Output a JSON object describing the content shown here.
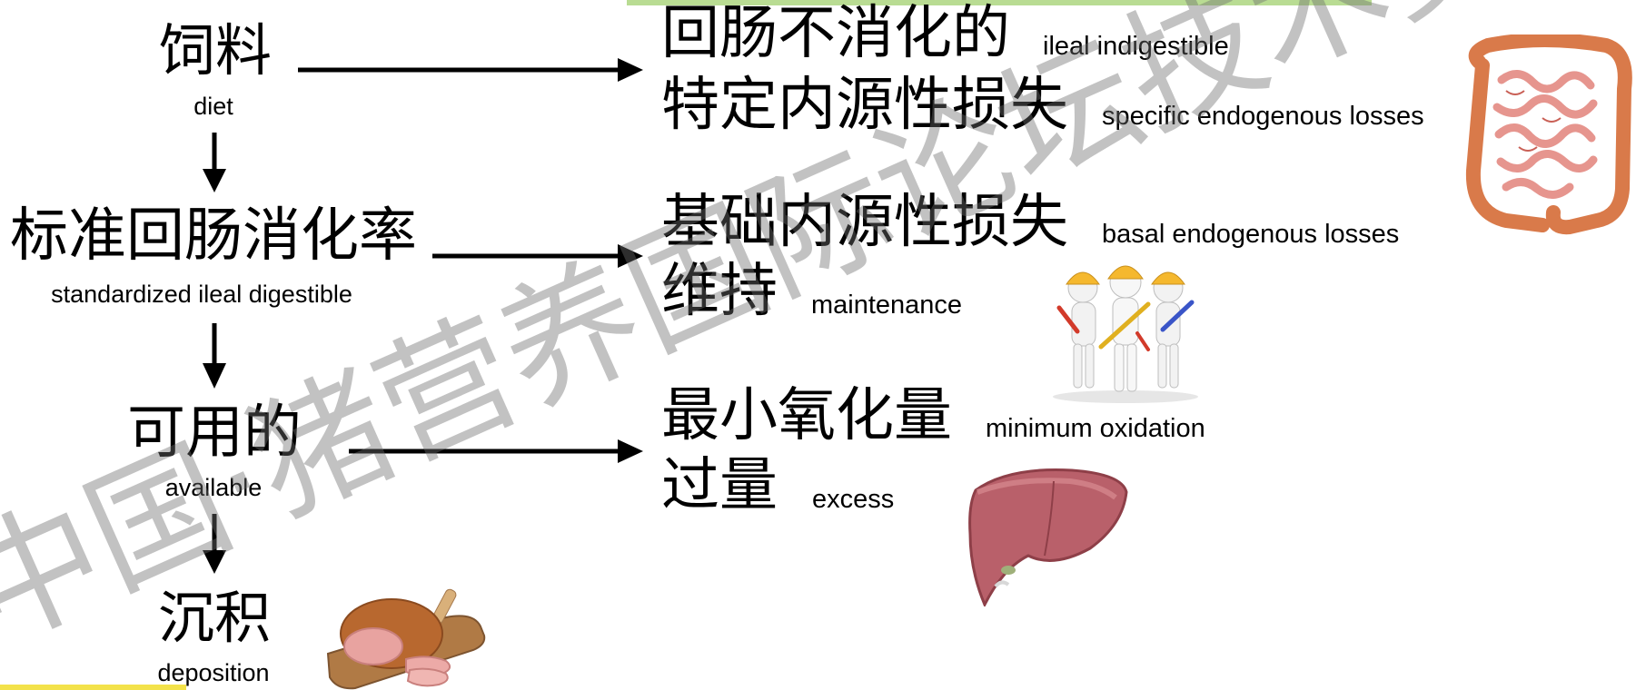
{
  "left": {
    "diet_zh": "饲料",
    "diet_en": "diet",
    "sid_zh": "标准回肠消化率",
    "sid_en": "standardized ileal digestible",
    "available_zh": "可用的",
    "available_en": "available",
    "deposition_zh": "沉积",
    "deposition_en": "deposition"
  },
  "right": {
    "ileal_zh": "回肠不消化的",
    "ileal_en": "ileal indigestible",
    "specific_zh": "特定内源性损失",
    "specific_en": "specific endogenous losses",
    "basal_zh": "基础内源性损失",
    "basal_en": "basal endogenous losses",
    "maintenance_zh": "维持",
    "maintenance_en": "maintenance",
    "minox_zh": "最小氧化量",
    "minox_en": "minimum oxidation",
    "excess_zh": "过量",
    "excess_en": "excess"
  },
  "watermark": "中国·猪营养国际论坛技术资料",
  "icons": {
    "intestine": "intestine-illustration",
    "workers": "workers-illustration",
    "liver": "liver-illustration",
    "ham": "ham-illustration"
  },
  "colors": {
    "accent_top": "#7fbf3a",
    "accent_bottom": "#f3e24a"
  }
}
